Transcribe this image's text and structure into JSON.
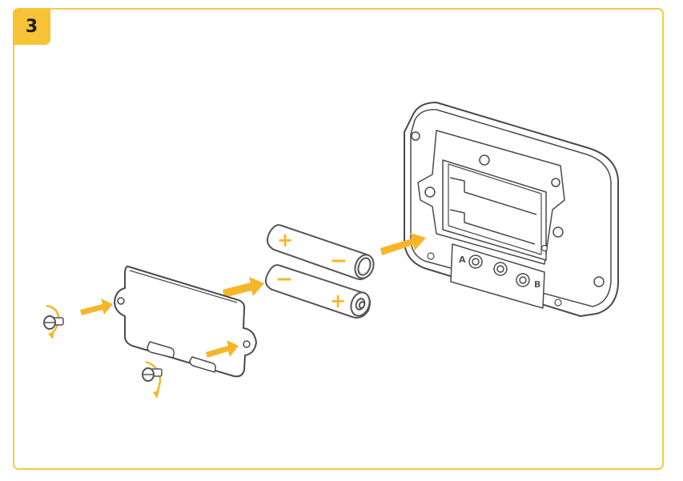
{
  "step": {
    "number": "3"
  },
  "colors": {
    "accent": "#f7c235",
    "border": "#f6c945",
    "arrow": "#f7b52a",
    "line": "#4a4a4a"
  },
  "device": {
    "terminal_labels": {
      "a": "A",
      "b": "B"
    }
  },
  "batteries": [
    {
      "label_left": "+",
      "label_right": "−"
    },
    {
      "label_left": "−",
      "label_right": "+"
    }
  ],
  "parts": {
    "cover": "battery-cover",
    "screws": [
      "screw-left",
      "screw-bottom"
    ]
  }
}
